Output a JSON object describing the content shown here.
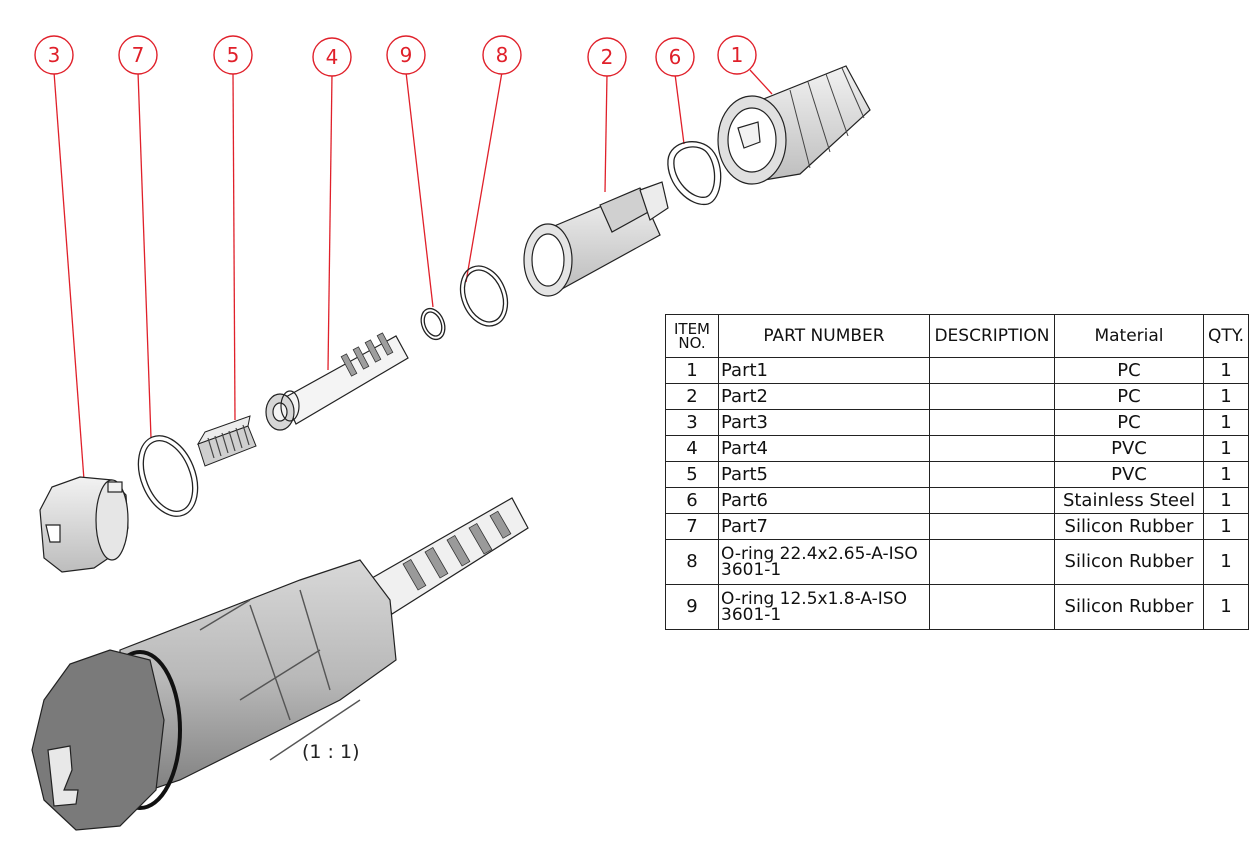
{
  "balloons": [
    {
      "id": "3",
      "label": "3"
    },
    {
      "id": "7",
      "label": "7"
    },
    {
      "id": "5",
      "label": "5"
    },
    {
      "id": "4",
      "label": "4"
    },
    {
      "id": "9",
      "label": "9"
    },
    {
      "id": "8",
      "label": "8"
    },
    {
      "id": "2",
      "label": "2"
    },
    {
      "id": "6",
      "label": "6"
    },
    {
      "id": "1",
      "label": "1"
    }
  ],
  "bom": {
    "headers": {
      "item_no_line1": "ITEM",
      "item_no_line2": "NO.",
      "part_number": "PART NUMBER",
      "description": "DESCRIPTION",
      "material": "Material",
      "qty": "QTY."
    },
    "rows": [
      {
        "item": "1",
        "part": "Part1",
        "description": "",
        "material": "PC",
        "qty": "1"
      },
      {
        "item": "2",
        "part": "Part2",
        "description": "",
        "material": "PC",
        "qty": "1"
      },
      {
        "item": "3",
        "part": "Part3",
        "description": "",
        "material": "PC",
        "qty": "1"
      },
      {
        "item": "4",
        "part": "Part4",
        "description": "",
        "material": "PVC",
        "qty": "1"
      },
      {
        "item": "5",
        "part": "Part5",
        "description": "",
        "material": "PVC",
        "qty": "1"
      },
      {
        "item": "6",
        "part": "Part6",
        "description": "",
        "material": "Stainless Steel",
        "qty": "1"
      },
      {
        "item": "7",
        "part": "Part7",
        "description": "",
        "material": "Silicon Rubber",
        "qty": "1"
      },
      {
        "item": "8",
        "part_line1": "O-ring 22.4x2.65-A-ISO",
        "part_line2": "3601-1",
        "description": "",
        "material": "Silicon Rubber",
        "qty": "1"
      },
      {
        "item": "9",
        "part_line1": "O-ring 12.5x1.8-A-ISO",
        "part_line2": "3601-1",
        "description": "",
        "material": "Silicon Rubber",
        "qty": "1"
      }
    ]
  },
  "view_scale": "(1 : 1)",
  "colors": {
    "balloon": "#e0202a",
    "line": "#222222",
    "part_light": "#e4e4e4",
    "part_mid": "#bdbdbd",
    "part_dark": "#8a8a8a"
  }
}
